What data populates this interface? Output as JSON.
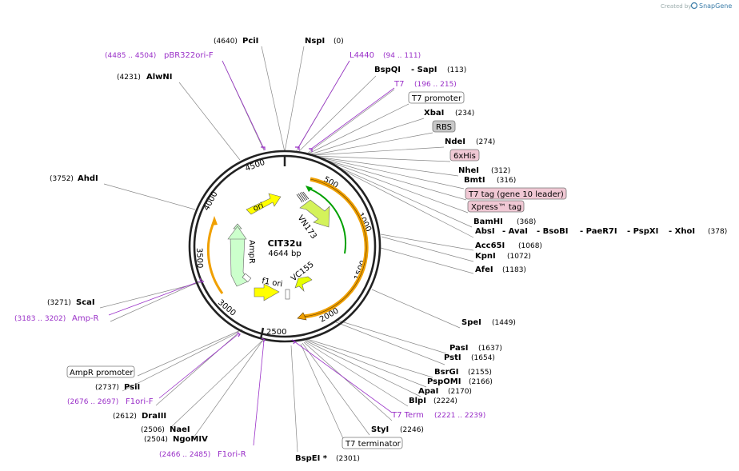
{
  "watermark": {
    "created_by": "Created by",
    "brand": "SnapGene",
    "brand_color": "#3a7ca8"
  },
  "plasmid": {
    "name": "CIT32u",
    "length_label": "4644 bp",
    "length": 4644
  },
  "ticks": [
    "500",
    "1000",
    "1500",
    "2000",
    "2500",
    "3000",
    "3500",
    "4000",
    "4500"
  ],
  "features": {
    "ori": "ori",
    "ampr": "AmpR",
    "f1ori": "f1 ori",
    "vn173": "VN173",
    "vc155": "VC155"
  },
  "colors": {
    "ori": "#ffff00",
    "ampr": "#ccffcc",
    "f1ori": "#ffff00",
    "vn173": "#d4f25a",
    "vc155": "#e6ff00",
    "orange_arc": "#f0a000",
    "green_arc": "#00a000",
    "primer": "#9a30c8",
    "feature_box_pink": "#f0c8d4",
    "feature_box_gray": "#c8c8c8"
  },
  "labels": {
    "pcii": {
      "name": "PciI",
      "pos": "(4640)"
    },
    "nspi": {
      "name": "NspI",
      "pos": "(0)"
    },
    "pbr322": {
      "name": "pBR322ori-F",
      "pos": "(4485 .. 4504)"
    },
    "l4440": {
      "name": "L4440",
      "pos": "(94 .. 111)"
    },
    "alwni": {
      "name": "AlwNI",
      "pos": "(4231)"
    },
    "bspqi": {
      "name": "BspQI",
      "sep": "- SapI",
      "pos": "(113)"
    },
    "t7": {
      "name": "T7",
      "pos": "(196 .. 215)"
    },
    "t7prom": {
      "name": "T7 promoter"
    },
    "xbai": {
      "name": "XbaI",
      "pos": "(234)"
    },
    "rbs": {
      "name": "RBS"
    },
    "ndei": {
      "name": "NdeI",
      "pos": "(274)"
    },
    "sixhis": {
      "name": "6xHis"
    },
    "ahdi": {
      "name": "AhdI",
      "pos": "(3752)"
    },
    "nhei": {
      "name": "NheI",
      "pos": "(312)"
    },
    "bmti": {
      "name": "BmtI",
      "pos": "(316)"
    },
    "t7tag": {
      "name": "T7 tag (gene 10 leader)"
    },
    "xpress": {
      "name": "Xpress™ tag"
    },
    "bamhi": {
      "name": "BamHI",
      "pos": "(368)"
    },
    "absi": {
      "name": "AbsI",
      "s1": "- AvaI",
      "s2": "- BsoBI",
      "s3": "- PaeR7I",
      "s4": "- PspXI",
      "s5": "- XhoI",
      "pos": "(378)"
    },
    "acc65i": {
      "name": "Acc65I",
      "pos": "(1068)"
    },
    "kpni": {
      "name": "KpnI",
      "pos": "(1072)"
    },
    "afei": {
      "name": "AfeI",
      "pos": "(1183)"
    },
    "scai": {
      "name": "ScaI",
      "pos": "(3271)"
    },
    "ampr_primer": {
      "name": "Amp-R",
      "pos": "(3183 .. 3202)"
    },
    "spei": {
      "name": "SpeI",
      "pos": "(1449)"
    },
    "pasi": {
      "name": "PasI",
      "pos": "(1637)"
    },
    "psti": {
      "name": "PstI",
      "pos": "(1654)"
    },
    "amprprom": {
      "name": "AmpR promoter"
    },
    "bsrgi": {
      "name": "BsrGI",
      "pos": "(2155)"
    },
    "psii": {
      "name": "PsiI",
      "pos": "(2737)"
    },
    "pspomi": {
      "name": "PspOMI",
      "pos": "(2166)"
    },
    "apai": {
      "name": "ApaI",
      "pos": "(2170)"
    },
    "f1orif": {
      "name": "F1ori-F",
      "pos": "(2676 .. 2697)"
    },
    "blpi": {
      "name": "BlpI",
      "pos": "(2224)"
    },
    "draiii": {
      "name": "DraIII",
      "pos": "(2612)"
    },
    "t7term_primer": {
      "name": "T7 Term",
      "pos": "(2221 .. 2239)"
    },
    "naei": {
      "name": "NaeI",
      "pos": "(2506)"
    },
    "styi": {
      "name": "StyI",
      "pos": "(2246)"
    },
    "ngomiv": {
      "name": "NgoMIV",
      "pos": "(2504)"
    },
    "t7terminator": {
      "name": "T7 terminator"
    },
    "f1orir": {
      "name": "F1ori-R",
      "pos": "(2466 .. 2485)"
    },
    "bspei": {
      "name": "BspEI *",
      "pos": "(2301)"
    }
  }
}
